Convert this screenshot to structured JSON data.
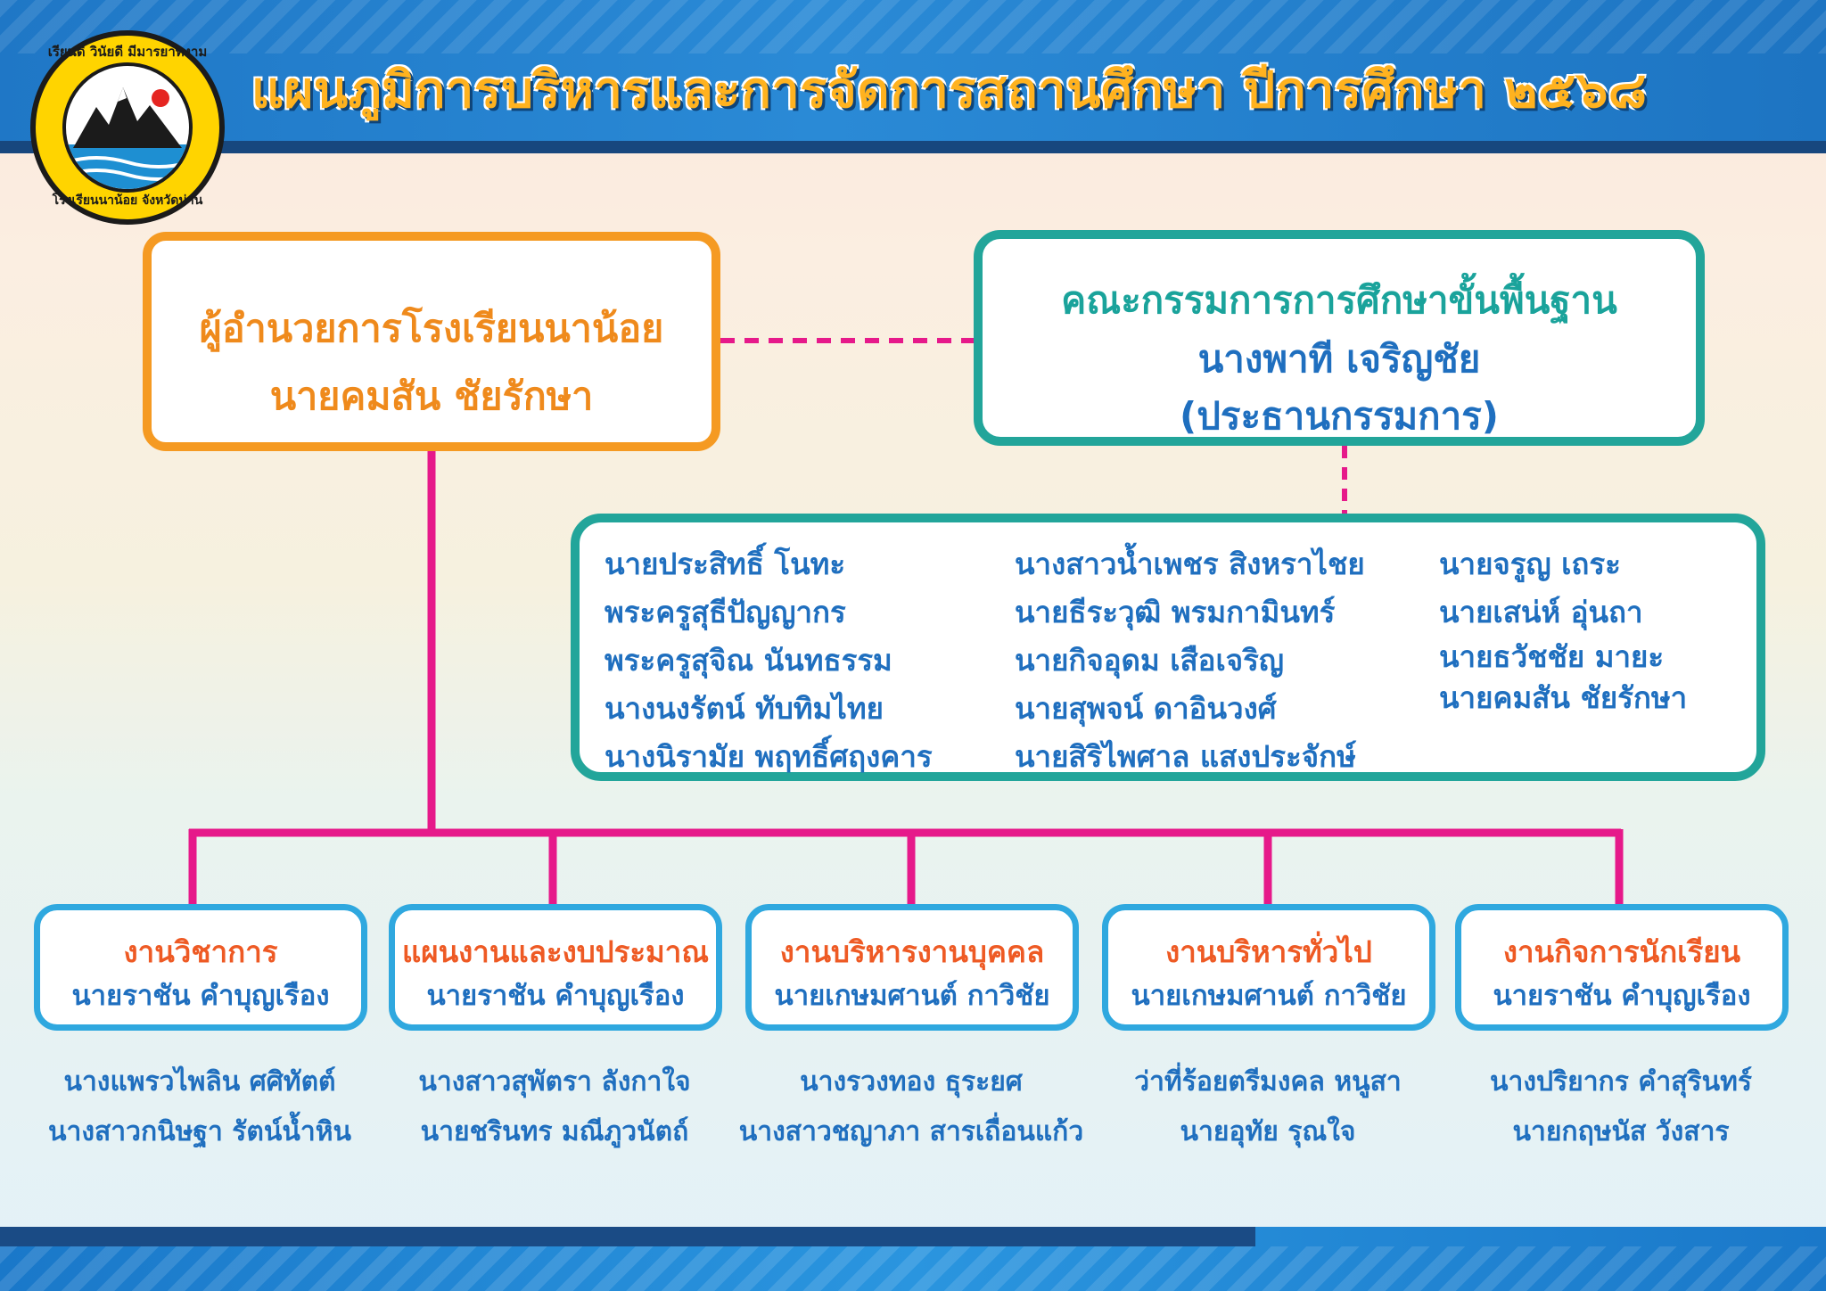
{
  "header": {
    "title": "แผนภูมิการบริหารและการจัดการสถานศึกษา ปีการศึกษา ๒๕๖๘"
  },
  "logo": {
    "top_text": "เรียนดี วินัยดี มีมารยาทงาม",
    "bottom_text": "โรงเรียนนาน้อย จังหวัดน่าน"
  },
  "director": {
    "position": "ผู้อำนวยการโรงเรียนนาน้อย",
    "name": "นายคมสัน ชัยรักษา"
  },
  "board": {
    "title": "คณะกรรมการการศึกษาขั้นพื้นฐาน",
    "chair_name": "นางพาที เจริญชัย",
    "chair_role": "(ประธานกรรมการ)"
  },
  "members": {
    "col_a": [
      "นายประสิทธิ์ โนทะ",
      "พระครูสุธีปัญญากร",
      "พระครูสุจิณ นันทธรรม",
      "นางนงรัตน์ ทับทิมไทย",
      "นางนิรามัย พฤทธิ์ศฤงคาร"
    ],
    "col_b": [
      "นางสาวน้ำเพชร สิงหราไชย",
      "นายธีระวุฒิ พรมกามินทร์",
      "นายกิจอุดม เสือเจริญ",
      "นายสุพจน์ ดาอินวงศ์",
      "นายสิริไพศาล แสงประจักษ์"
    ],
    "col_c": [
      "นายจรูญ เถระ",
      "นายเสน่ห์ อุ่นถา",
      "นายธวัชชัย มายะ",
      "นายคมสัน ชัยรักษา"
    ]
  },
  "departments": [
    {
      "title": "งานวิชาการ",
      "head": "นายราชัน คำบุญเรือง",
      "staff": [
        "นางแพรวไพลิน ศศิทัตต์",
        "นางสาวกนิษฐา รัตน์น้ำหิน"
      ]
    },
    {
      "title": "แผนงานและงบประมาณ",
      "head": "นายราชัน คำบุญเรือง",
      "staff": [
        "นางสาวสุพัตรา ลังกาใจ",
        "นายชรินทร มณีภูวนัตถ์"
      ]
    },
    {
      "title": "งานบริหารงานบุคคล",
      "head": "นายเกษมศานต์ กาวิชัย",
      "staff": [
        "นางรวงทอง ธุระยศ",
        "นางสาวชญาภา สารเถื่อนแก้ว"
      ]
    },
    {
      "title": "งานบริหารทั่วไป",
      "head": "นายเกษมศานต์ กาวิชัย",
      "staff": [
        "ว่าที่ร้อยตรีมงคล หนูสา",
        "นายอุทัย รุณใจ"
      ]
    },
    {
      "title": "งานกิจการนักเรียน",
      "head": "นายราชัน คำบุญเรือง",
      "staff": [
        "นางปริยากร คำสุรินทร์",
        "นายกฤษนัส วังสาร"
      ]
    }
  ],
  "colors": {
    "header_blue": "#1f77c6",
    "title_gold": "#ffb21f",
    "director_orange": "#f59a22",
    "board_teal": "#22a59a",
    "connector_magenta": "#e6198a",
    "dept_border_blue": "#2fa8df",
    "dept_title_red": "#ee5a24",
    "name_blue": "#1f6fbf"
  }
}
